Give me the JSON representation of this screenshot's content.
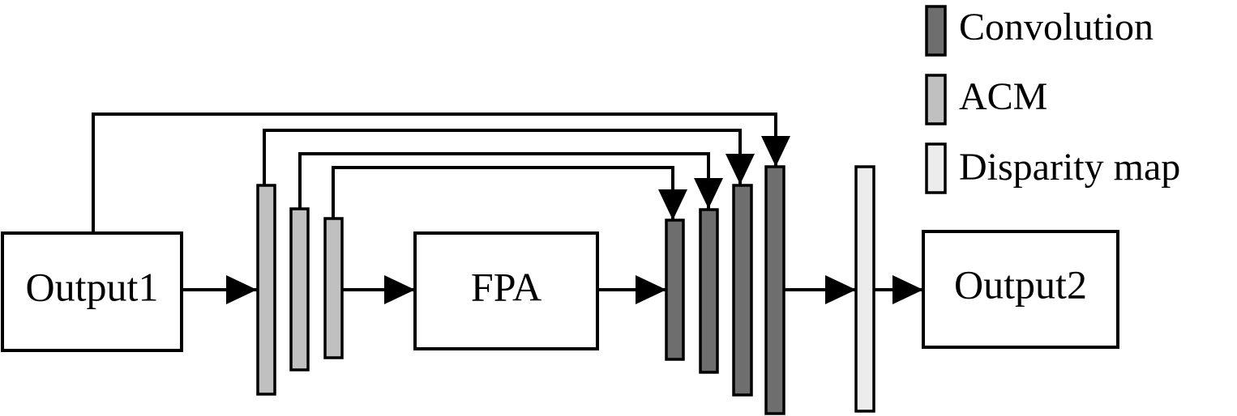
{
  "blocks": {
    "output1": "Output1",
    "fpa": "FPA",
    "output2": "Output2"
  },
  "legend": [
    {
      "label": "Convolution",
      "color": "#6e6e6e"
    },
    {
      "label": "ACM",
      "color": "#c0c0c0"
    },
    {
      "label": "Disparity map",
      "color": "#ececec"
    }
  ],
  "colors": {
    "convolution": "#6e6e6e",
    "acm": "#c0c0c0",
    "disparity": "#ececec",
    "stroke": "#000000"
  }
}
